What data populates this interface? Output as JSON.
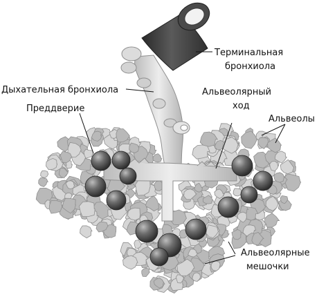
{
  "labels": {
    "terminal_bronchiole_line1": "Терминальная",
    "terminal_bronchiole_line2": "бронхиола",
    "respiratory_bronchiole": "Дыхательная бронхиола",
    "vestibule": "Преддверие",
    "alveolar_duct_line1": "Альвеолярный",
    "alveolar_duct_line2": "ход",
    "alveoli": "Альвеолы",
    "alveolar_sacs_line1": "Альвеолярные",
    "alveolar_sacs_line2": "мешочки"
  },
  "colors": {
    "tissue_light": "#d6d6d6",
    "tissue_mid": "#b9b9b9",
    "tissue_edge": "#8f8f8f",
    "bronchiole_dark": "#3a3a3a",
    "sac_dark": "#555555",
    "text": "#111111"
  }
}
